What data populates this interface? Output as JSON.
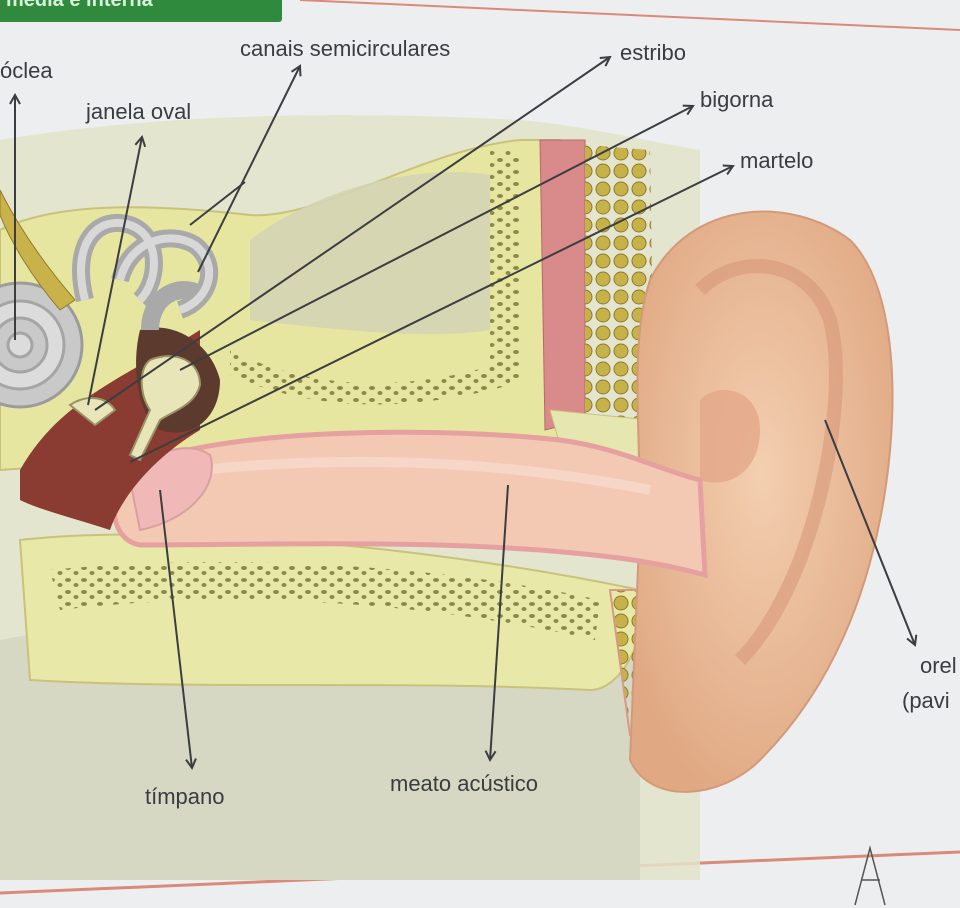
{
  "header": {
    "text": "média e interna"
  },
  "labels": {
    "coclea": "óclea",
    "canais": "canais semicirculares",
    "estribo": "estribo",
    "janela_oval": "janela oval",
    "bigorna": "bigorna",
    "martelo": "martelo",
    "orelha_1": "orel",
    "orelha_2": "(pavi",
    "timpano": "tímpano",
    "meato": "meato acústico"
  },
  "colors": {
    "bone": "#e6e6a0",
    "skin": "#f0c4a2",
    "canal": "#f3c9b4",
    "arrow": "#3b3d40",
    "header": "#2f8a3e",
    "border_line": "#d98a78"
  }
}
